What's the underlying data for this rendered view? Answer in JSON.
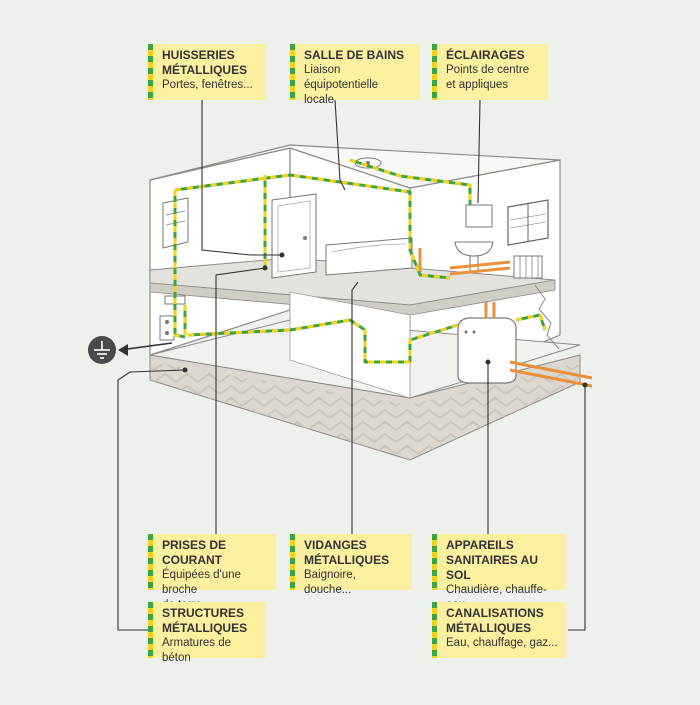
{
  "labels": {
    "huisseries": {
      "title_line1": "HUISSERIES",
      "title_line2": "MÉTALLIQUES",
      "desc_line1": "Portes, fenêtres..."
    },
    "salle_de_bains": {
      "title_line1": "SALLE DE BAINS",
      "desc_line1": "Liaison équipotentielle",
      "desc_line2": "locale"
    },
    "eclairages": {
      "title_line1": "ÉCLAIRAGES",
      "desc_line1": "Points de centre",
      "desc_line2": "et appliques"
    },
    "prises": {
      "title_line1": "PRISES DE COURANT",
      "desc_line1": "Équipées d'une broche",
      "desc_line2": "de terre"
    },
    "vidanges": {
      "title_line1": "VIDANGES",
      "title_line2": "MÉTALLIQUES",
      "desc_line1": "Baignoire, douche..."
    },
    "appareils": {
      "title_line1": "APPAREILS",
      "title_line2": "SANITAIRES AU SOL",
      "desc_line1": "Chaudière, chauffe-eau"
    },
    "structures": {
      "title_line1": "STRUCTURES",
      "title_line2": "MÉTALLIQUES",
      "desc_line1": "Armatures de béton"
    },
    "canalisations": {
      "title_line1": "CANALISATIONS",
      "title_line2": "MÉTALLIQUES",
      "desc_line1": "Eau, chauffage, gaz..."
    }
  },
  "colors": {
    "background": "#eef0ec",
    "label_fill": "#faf0a0",
    "earth_green": "#3aa542",
    "earth_yellow": "#f2d21a",
    "ground_symbol": "#4a4a4a",
    "pipe_orange": "#e8913a",
    "leader_line": "#333333"
  },
  "icons": [
    "earth-ground-icon"
  ]
}
